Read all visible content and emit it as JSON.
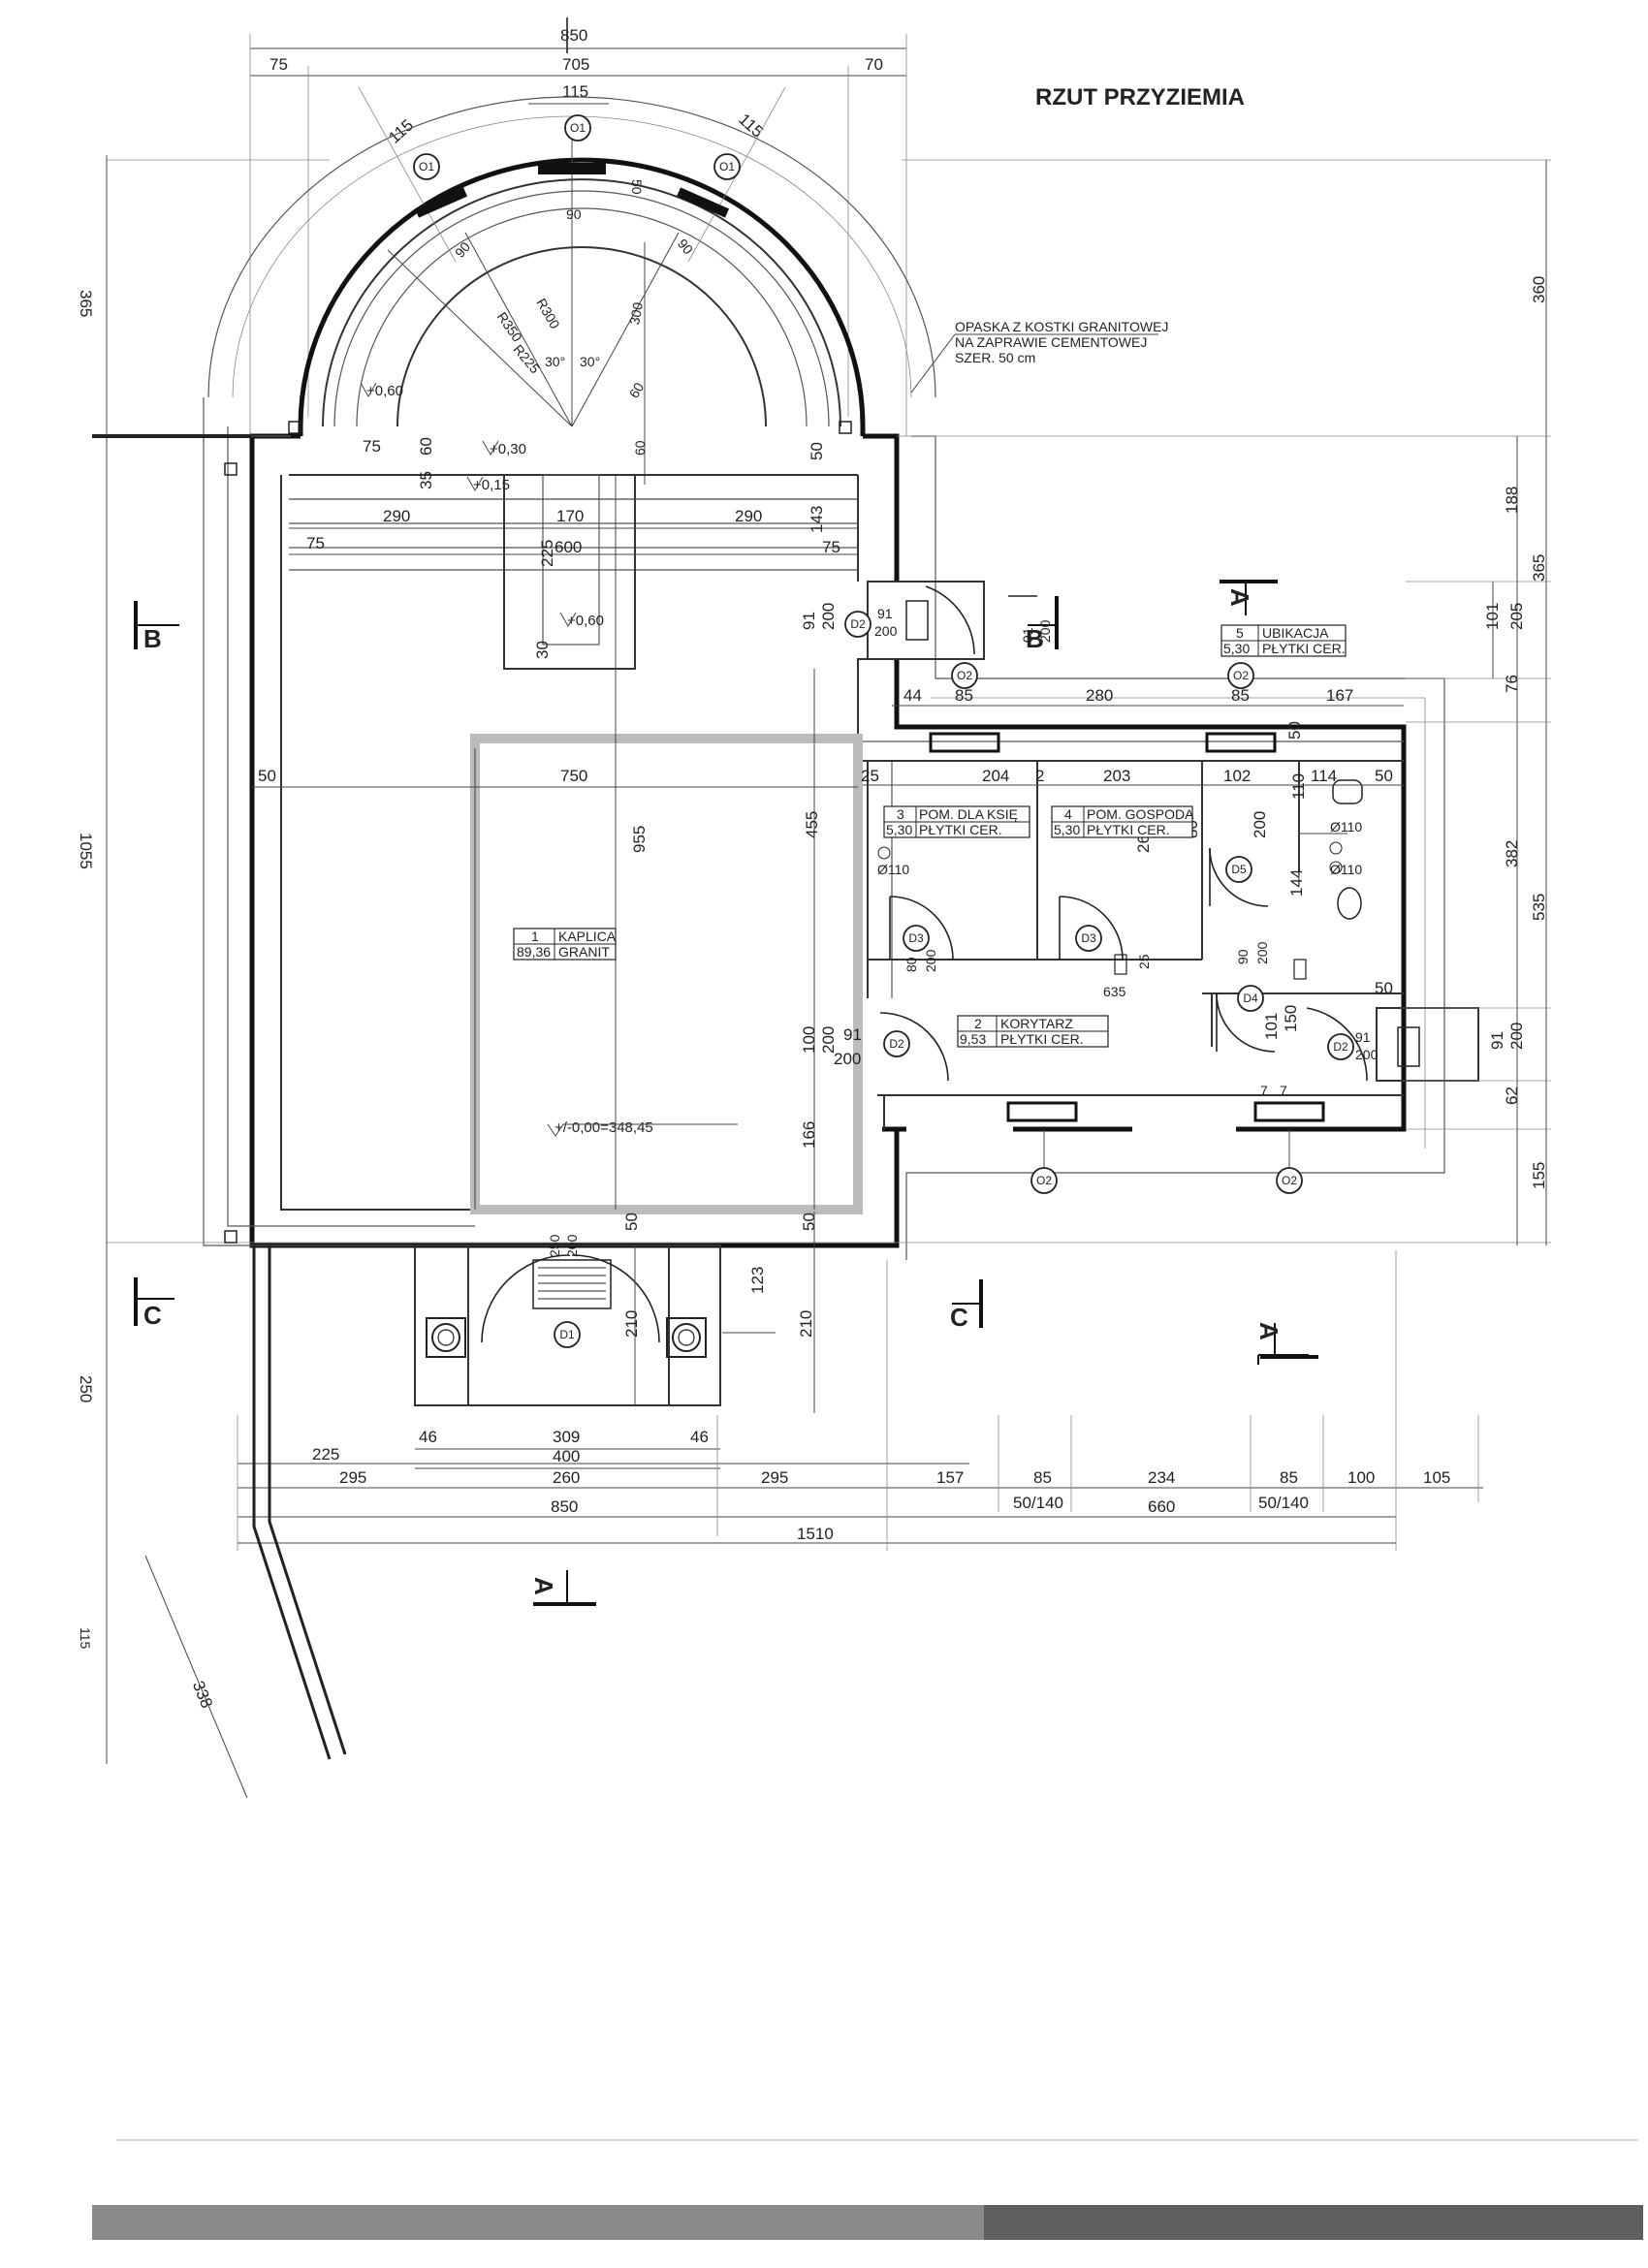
{
  "drawing": {
    "title": "RZUT PRZYZIEMIA",
    "note_lines": [
      "OPASKA Z KOSTKI GRANITOWEJ",
      "NA ZAPRAWIE CEMENTOWEJ",
      "SZER. 50 cm"
    ],
    "level_datum": "+/-0,00=348,45",
    "levels": [
      "+0,60",
      "+0,30",
      "+0,15",
      "+0,60"
    ]
  },
  "rooms": [
    {
      "num": "1",
      "name": "KAPLICA",
      "area": "89,36",
      "finish": "GRANIT"
    },
    {
      "num": "2",
      "name": "KORYTARZ",
      "area": "9,53",
      "finish": "PŁYTKI CER."
    },
    {
      "num": "3",
      "name": "POM. DLA KSIĘ",
      "area": "5,30",
      "finish": "PŁYTKI CER."
    },
    {
      "num": "4",
      "name": "POM. GOSPODA",
      "area": "5,30",
      "finish": "PŁYTKI CER."
    },
    {
      "num": "5",
      "name": "UBIKACJA",
      "area": "5,30",
      "finish": "PŁYTKI CER."
    }
  ],
  "section_marks": [
    "B",
    "B",
    "C",
    "C",
    "A",
    "A"
  ],
  "tags": {
    "window_o1": "O1",
    "window_o2": "O2",
    "door_d1": "D1",
    "door_d2": "D2",
    "door_d3": "D3",
    "door_d4": "D4",
    "door_d5": "D5"
  },
  "dimensions": {
    "top": [
      "850",
      "75",
      "705",
      "70",
      "115",
      "115",
      "115"
    ],
    "apse": [
      "90",
      "90",
      "90",
      "50",
      "R300",
      "R350",
      "R225",
      "30°",
      "30°",
      "300",
      "60",
      "60"
    ],
    "nave_top": [
      "75",
      "35",
      "60",
      "290",
      "170",
      "290",
      "75",
      "600",
      "75",
      "225",
      "30",
      "50",
      "143"
    ],
    "nave": [
      "50",
      "750",
      "955",
      "455",
      "166",
      "50",
      "50",
      "91",
      "200",
      "100",
      "200",
      "91",
      "200"
    ],
    "annex": [
      "44",
      "85",
      "280",
      "85",
      "167",
      "25",
      "204",
      "2",
      "203",
      "102",
      "114",
      "50",
      "50",
      "110",
      "80",
      "200",
      "260",
      "80",
      "200",
      "144",
      "90",
      "200",
      "25",
      "635",
      "101",
      "150",
      "91",
      "200",
      "91",
      "200",
      "50",
      "7",
      "7",
      "Ø110",
      "Ø110",
      "Ø110"
    ],
    "porch": [
      "250",
      "200",
      "123",
      "210",
      "210",
      "46",
      "309",
      "46",
      "400",
      "260"
    ],
    "bottom": [
      "225",
      "295",
      "295",
      "157",
      "85",
      "234",
      "85",
      "100",
      "105",
      "850",
      "50/140",
      "660",
      "50/140",
      "1510"
    ],
    "right": [
      "360",
      "188",
      "365",
      "205",
      "101",
      "76",
      "382",
      "535",
      "91",
      "200",
      "62",
      "155"
    ],
    "left": [
      "365",
      "1055",
      "250",
      "338",
      "115"
    ]
  },
  "colors": {
    "ink": "#111111",
    "paper": "#ffffff"
  }
}
